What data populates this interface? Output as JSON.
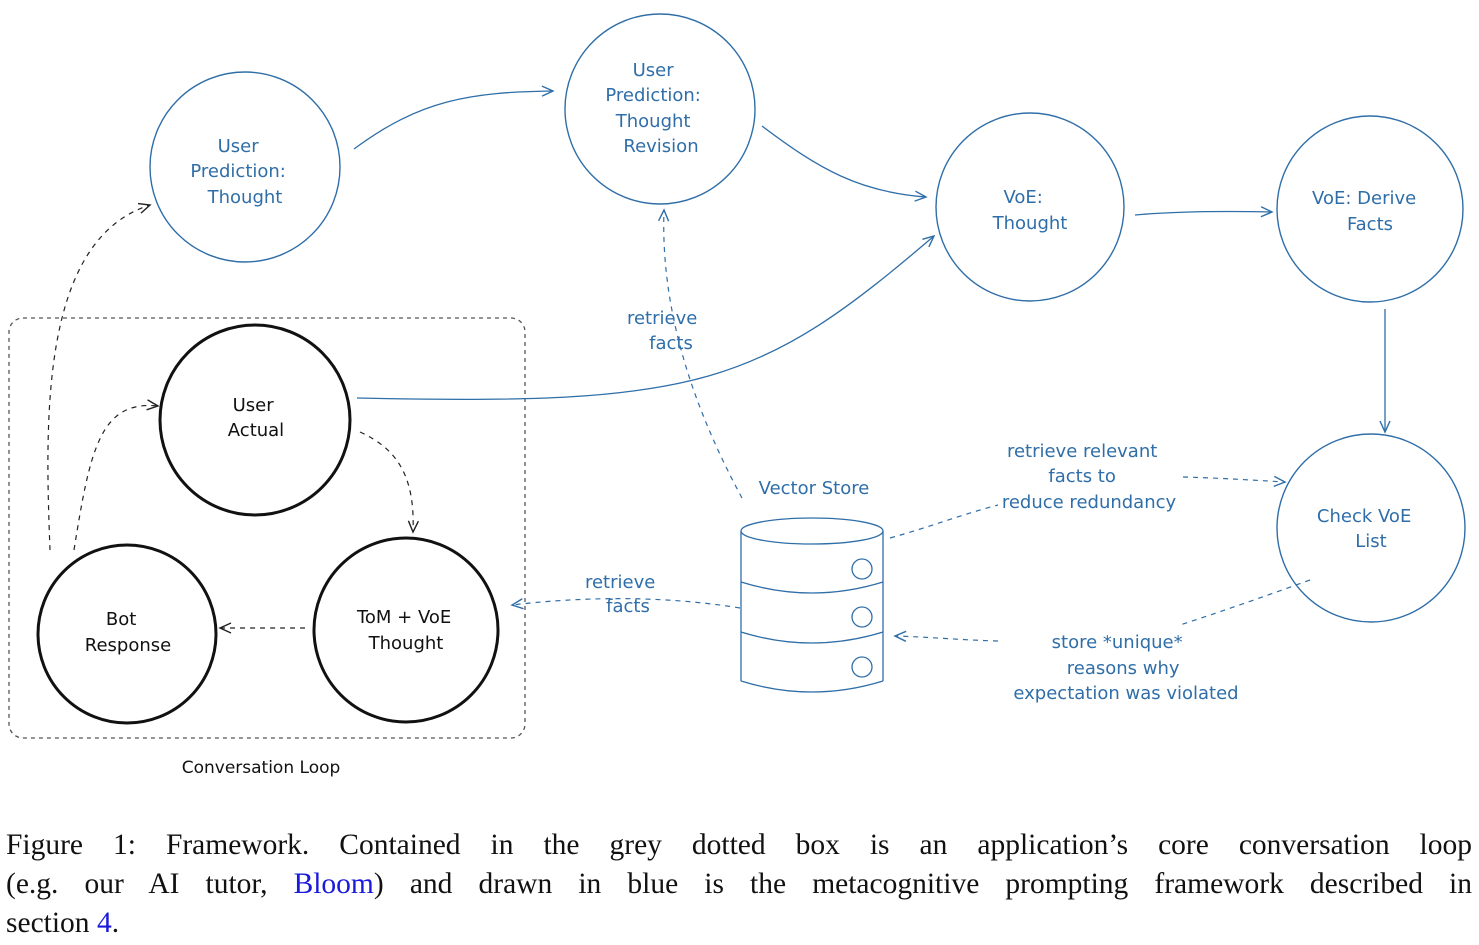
{
  "colors": {
    "blue": "#2f6ea8",
    "black": "#111111",
    "box_border": "#555555",
    "link": "#1a1adb"
  },
  "nodes": {
    "user_prediction_thought": [
      "User",
      "Prediction:",
      "Thought"
    ],
    "user_prediction_revision": [
      "User",
      "Prediction:",
      "Thought",
      "Revision"
    ],
    "voe_thought": [
      "VoE:",
      "Thought"
    ],
    "voe_derive_facts": [
      "VoE: Derive",
      "Facts"
    ],
    "check_voe_list": [
      "Check VoE",
      "List"
    ],
    "user_actual": [
      "User",
      "Actual"
    ],
    "bot_response": [
      "Bot",
      "Response"
    ],
    "tom_voe_thought": [
      "ToM + VoE",
      "Thought"
    ],
    "vector_store": "Vector Store"
  },
  "edge_labels": {
    "retrieve_facts_top": [
      "retrieve",
      "facts"
    ],
    "retrieve_facts_left": [
      "retrieve",
      "facts"
    ],
    "retrieve_relevant": [
      "retrieve relevant",
      "facts to",
      "reduce redundancy"
    ],
    "store_unique": [
      "store *unique*",
      "reasons why",
      "expectation was violated"
    ]
  },
  "loop_label": "Conversation Loop",
  "caption": {
    "line1": "Figure 1: Framework. Contained in the grey dotted box is an application’s core conversation loop",
    "line2_pre": "(e.g. our AI tutor, ",
    "line2_link": "Bloom",
    "line2_post": ") and drawn in blue is the metacognitive prompting framework described in",
    "line3_pre": "section ",
    "line3_link": "4",
    "line3_post": "."
  }
}
